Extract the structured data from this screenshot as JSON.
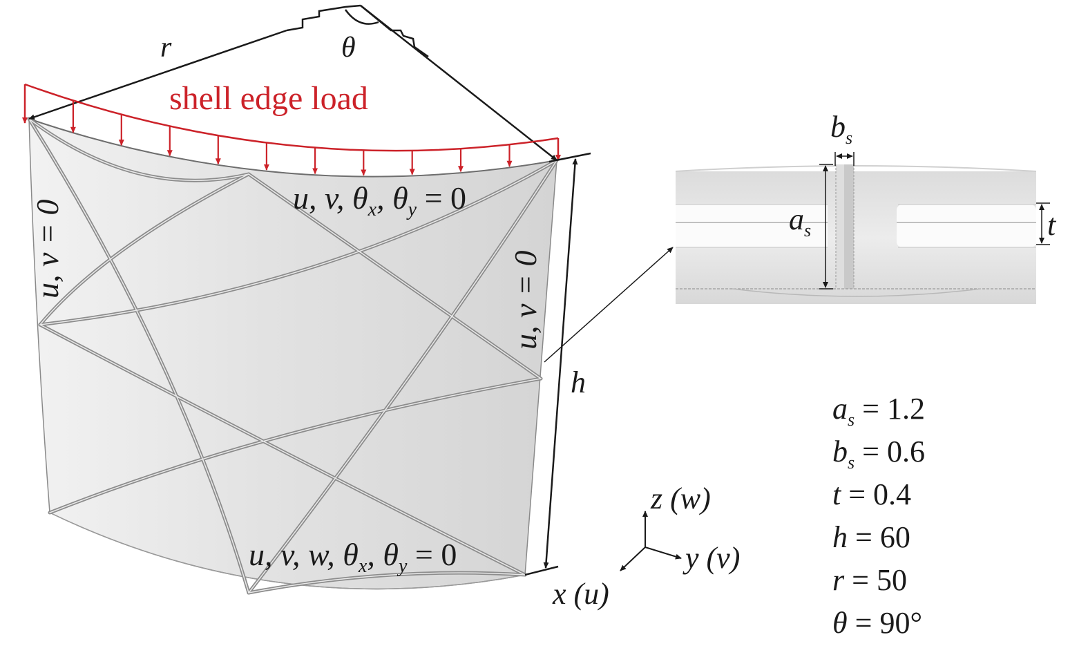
{
  "colors": {
    "load": "#cc2229",
    "shell_fill": "#e6e6e6",
    "shell_stroke": "#888888",
    "stiffener": "#9a9a9a",
    "ink": "#1a1a1a"
  },
  "labels": {
    "radius": "r",
    "angle": "θ",
    "load": "shell edge load",
    "height": "h",
    "bc_left": "u, v = 0",
    "bc_right": "u, v = 0",
    "bc_top": {
      "prefix": "u, v, ",
      "theta": "θ",
      "sub1": "x",
      "mid": ", ",
      "sub2": "y",
      "suffix": " = 0"
    },
    "bc_bottom": {
      "prefix": "u, v, w, ",
      "theta": "θ",
      "sub1": "x",
      "mid": ", ",
      "sub2": "y",
      "suffix": " = 0"
    },
    "axis_z": "z (w)",
    "axis_y": "y (v)",
    "axis_x": "x (u)",
    "detail_b": "b",
    "detail_b_sub": "s",
    "detail_a": "a",
    "detail_a_sub": "s",
    "detail_t": "t"
  },
  "parameters": [
    {
      "symbol": "a",
      "sub": "s",
      "text": " = 1.2"
    },
    {
      "symbol": "b",
      "sub": "s",
      "text": " = 0.6"
    },
    {
      "symbol": "t",
      "sub": "",
      "text": " = 0.4"
    },
    {
      "symbol": "h",
      "sub": "",
      "text": " = 60"
    },
    {
      "symbol": "r",
      "sub": "",
      "text": " = 50"
    },
    {
      "symbol": "θ",
      "sub": "",
      "text": " = 90°"
    }
  ],
  "load_arrow_count": 12
}
